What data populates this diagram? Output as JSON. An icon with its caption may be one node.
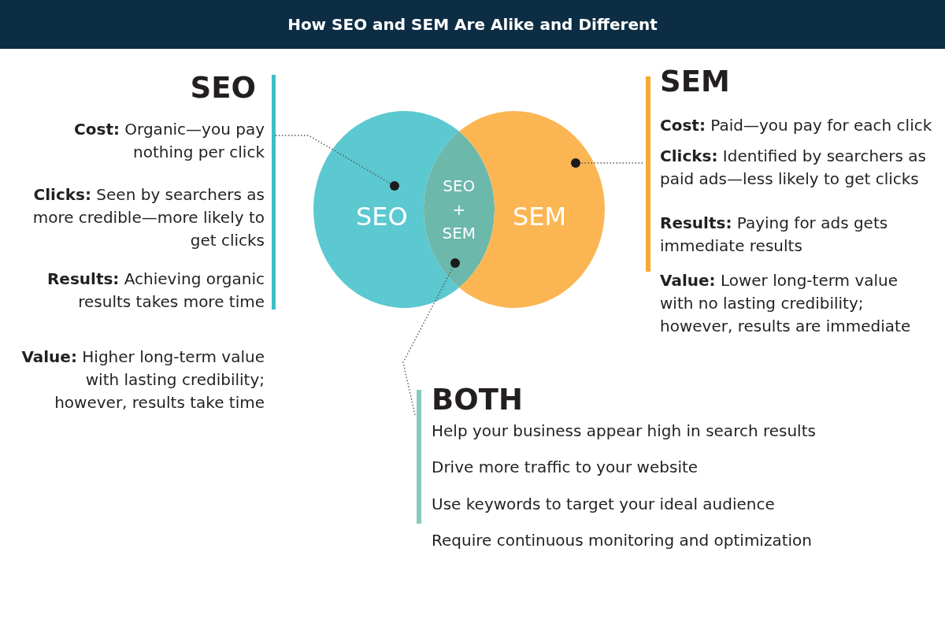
{
  "diagram": {
    "title": "How SEO and SEM Are Alike and Different",
    "nodes": [
      {
        "text": [
          "SEO",
          "**Cost:** Organic—you pay nothing per click",
          "**Clicks:** Seen by searchers as more credible—more likely to get clicks",
          "**Results:** Achieving organic results takes more time",
          "**Value:** Higher long-term value with lasting credibility; however, results take time"
        ]
      },
      {
        "text": [
          "SEO"
        ]
      },
      {
        "text": [],
        "shape": "circle",
        "in": 1
      },
      {
        "text": [
          "SEO + SEM"
        ]
      },
      {
        "text": [],
        "shape": "circle",
        "in": 3
      },
      {
        "text": [
          "SEM"
        ]
      },
      {
        "text": [],
        "shape": "circle",
        "in": 5
      },
      {
        "text": [
          "SEM",
          "**Cost:** Paid—you pay for each click",
          "**Clicks:** Identified by searchers as paid ads—less likely to get clicks",
          "**Results:** Paying for ads gets immediate results",
          "**Value:** Lower long-term value with no lasting credibility; however, results are immediate"
        ]
      },
      {
        "text": [
          "BOTH",
          "Help your business appear high in search results",
          "Drive more traffic to your website",
          "Use keywords to target your ideal audience",
          "Require continuous monitoring and optimization"
        ]
      }
    ],
    "edges": [
      {
        "from": 0,
        "to": 2,
        "arrow": "none",
        "style": "dashed"
      },
      {
        "from": 7,
        "to": 6,
        "arrow": "none",
        "style": "dashed"
      },
      {
        "from": 8,
        "to": 4,
        "arrow": "none",
        "style": "dashed"
      }
    ]
  }
}
